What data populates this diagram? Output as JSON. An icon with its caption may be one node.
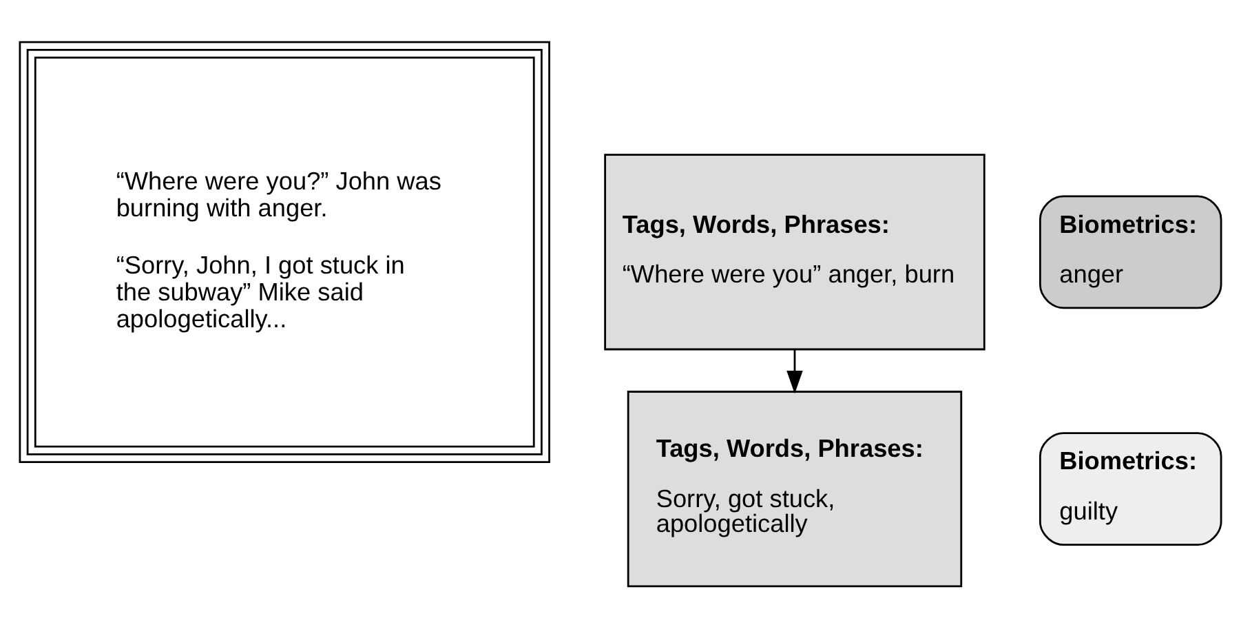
{
  "diagram": {
    "nodes": [
      {
        "text": [
          "“Where were you?” John was burning with anger.",
          "“Sorry, John, I got stuck in the subway” Mike said apologetically..."
        ]
      },
      {
        "text": [
          "Tags, Words, Phrases:",
          "“Where were you” anger, burn"
        ]
      },
      {
        "text": [
          "Biometrics:",
          "anger"
        ]
      },
      {
        "text": [
          "Tags, Words, Phrases:",
          "Sorry, got stuck, apologetically"
        ]
      },
      {
        "text": [
          "Biometrics:",
          "guilty"
        ]
      }
    ],
    "edges": [
      {
        "from": 1,
        "to": 3,
        "arrow": "to"
      }
    ]
  }
}
